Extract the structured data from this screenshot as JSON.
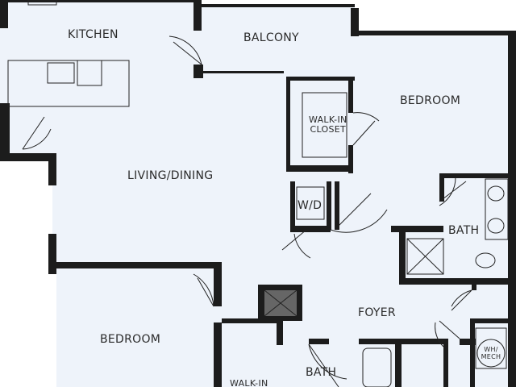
{
  "floor_plan": {
    "colors": {
      "floor": "#eef3fa",
      "wall": "#1c1c1c",
      "stair": "#666666"
    },
    "rooms": {
      "kitchen": "KITCHEN",
      "balcony": "BALCONY",
      "bedroom_primary": "BEDROOM",
      "walk_in_closet_primary": "WALK-IN\nCLOSET",
      "living_dining": "LIVING/DINING",
      "wd": "W/D",
      "bath_primary": "BATH",
      "foyer": "FOYER",
      "bedroom_secondary": "BEDROOM",
      "bath_secondary": "BATH",
      "walk_in_secondary": "WALK-IN",
      "wh_mech": "WH/\nMECH"
    }
  }
}
